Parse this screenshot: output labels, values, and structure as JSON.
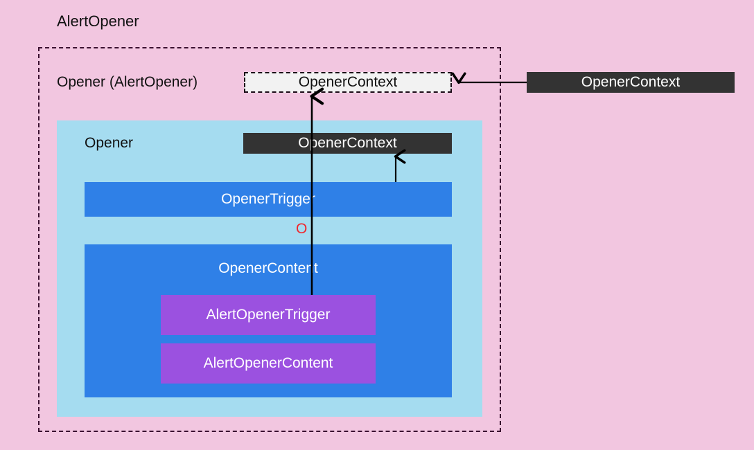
{
  "diagram": {
    "title": "AlertOpener",
    "background_color": "#f2c6e0",
    "outer_frame": {
      "label": "Opener (AlertOpener)",
      "border_style": "dashed",
      "border_color": "#3a1030"
    },
    "opener_container": {
      "label": "Opener",
      "fill_color": "#a5dcf0"
    },
    "nodes": {
      "context_dashed": {
        "label": "OpenerContext",
        "fill_color": "#f2f2f2",
        "text_color": "#111111",
        "style": "dashed-outline"
      },
      "context_external": {
        "label": "OpenerContext",
        "fill_color": "#333333",
        "text_color": "#ffffff",
        "style": "solid-dark"
      },
      "context_inner": {
        "label": "OpenerContext",
        "fill_color": "#333333",
        "text_color": "#ffffff",
        "style": "solid-dark"
      },
      "opener_trigger": {
        "label": "OpenerTrigger",
        "fill_color": "#2f80e7",
        "text_color": "#ffffff"
      },
      "opener_content": {
        "label": "OpenerContent",
        "fill_color": "#2f80e7",
        "text_color": "#ffffff"
      },
      "alert_opener_trigger": {
        "label": "AlertOpenerTrigger",
        "fill_color": "#9b51e0",
        "text_color": "#ffffff"
      },
      "alert_opener_content": {
        "label": "AlertOpenerContent",
        "fill_color": "#9b51e0",
        "text_color": "#ffffff"
      }
    },
    "markers": {
      "red_o": {
        "label": "O",
        "color": "#f0282d"
      }
    },
    "arrows": [
      {
        "name": "external-context-to-dashed-context",
        "from": "context_external",
        "to": "context_dashed",
        "direction": "left",
        "color": "#000000"
      },
      {
        "name": "opener-trigger-to-inner-context",
        "from": "opener_trigger",
        "to": "context_inner",
        "direction": "up",
        "color": "#000000"
      },
      {
        "name": "alert-opener-trigger-to-dashed-context",
        "from": "alert_opener_trigger",
        "to": "context_dashed",
        "direction": "up",
        "color": "#000000"
      }
    ]
  }
}
